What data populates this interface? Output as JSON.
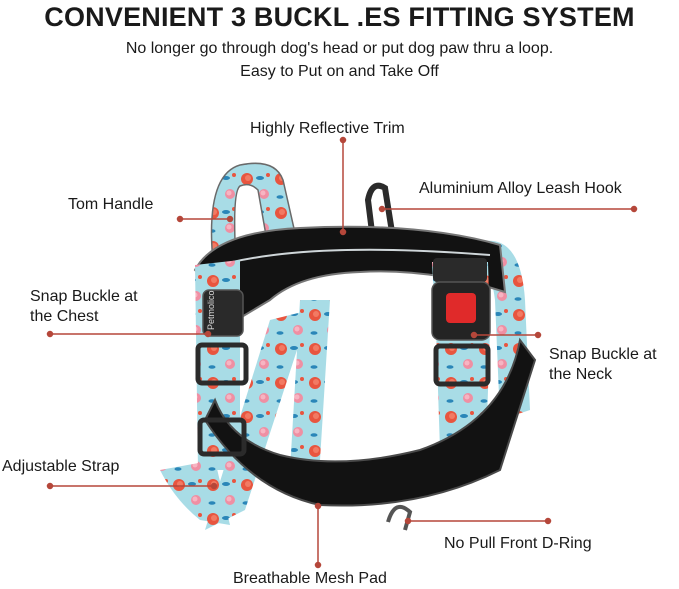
{
  "header": {
    "title": "CONVENIENT 3 BUCKL .ES FITTING SYSTEM",
    "subtitle_line1": "No longer go through dog's head or put dog paw thru a loop.",
    "subtitle_line2": "Easy to Put on and Take Off"
  },
  "callouts": {
    "reflective_trim": "Highly Reflective Trim",
    "handle": "Tom Handle",
    "leash_hook": "Aluminium Alloy Leash Hook",
    "chest_buckle": [
      "Snap Buckle at",
      "the Chest"
    ],
    "neck_buckle": [
      "Snap Buckle at",
      "the Neck"
    ],
    "adjustable_strap": "Adjustable Strap",
    "d_ring": "No Pull Front D-Ring",
    "mesh_pad": "Breathable Mesh Pad"
  },
  "product": {
    "strap_text": "Petmolico"
  },
  "colors": {
    "callout_line": "#b5473a",
    "strap_base": "#a8dce6",
    "flower_red": "#e8553f",
    "flower_pink": "#ef8fa3",
    "leaf_blue": "#2a86b8",
    "pad_black": "#121212",
    "buckle_red": "#e02a2a"
  }
}
